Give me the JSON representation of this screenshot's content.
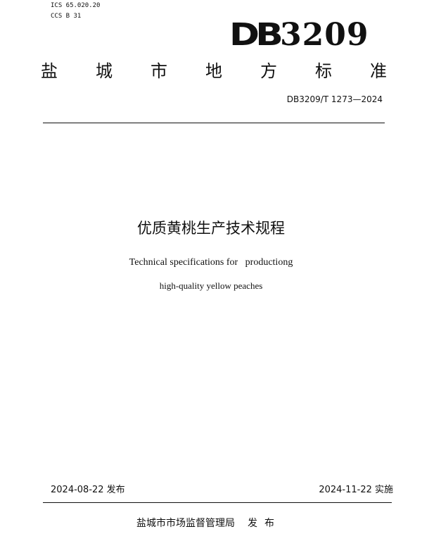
{
  "header": {
    "ics": "ICS  65.020.20",
    "ccs": "CCS B 31",
    "db_prefix": "DB",
    "db_number": "3209",
    "standard_title_chars": [
      "盐",
      "城",
      "市",
      "地",
      "方",
      "标",
      "准"
    ],
    "standard_number": "DB3209/T 1273—2024"
  },
  "document": {
    "title_cn": "优质黄桃生产技术规程",
    "title_en_line1": "Technical specifications for   productiong",
    "title_en_line2": "high-quality yellow peaches"
  },
  "footer": {
    "issue_date": "2024-08-22 发布",
    "implementation_date": "2024-11-22 实施",
    "publisher": "盐城市市场监督管理局",
    "publish_action": "发布"
  }
}
